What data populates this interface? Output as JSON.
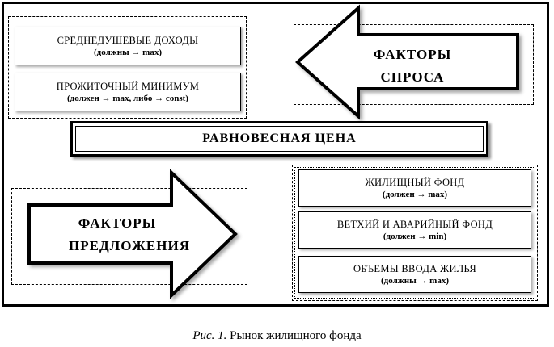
{
  "center_label": "РАВНОВЕСНАЯ ЦЕНА",
  "income": {
    "title": "СРЕДНЕДУШЕВЫЕ ДОХОДЫ",
    "note": "(должны → max)"
  },
  "subsistence": {
    "title": "ПРОЖИТОЧНЫЙ МИНИМУМ",
    "note": "(должен → max, либо → const)"
  },
  "demand_arrow": {
    "line1": "ФАКТОРЫ",
    "line2": "СПРОСА"
  },
  "supply_arrow": {
    "line1": "ФАКТОРЫ",
    "line2": "ПРЕДЛОЖЕНИЯ"
  },
  "housing_stock": {
    "title": "ЖИЛИЩНЫЙ ФОНД",
    "note": "(должен → max)"
  },
  "dilapidated_stock": {
    "title": "ВЕТХИЙ И АВАРИЙНЫЙ ФОНД",
    "note": "(должен → min)"
  },
  "new_construction": {
    "title": "ОБЪЕМЫ ВВОДА ЖИЛЬЯ",
    "note": "(должны → max)"
  },
  "caption": {
    "label": "Рис. 1.",
    "text": " Рынок жилищного фонда"
  }
}
